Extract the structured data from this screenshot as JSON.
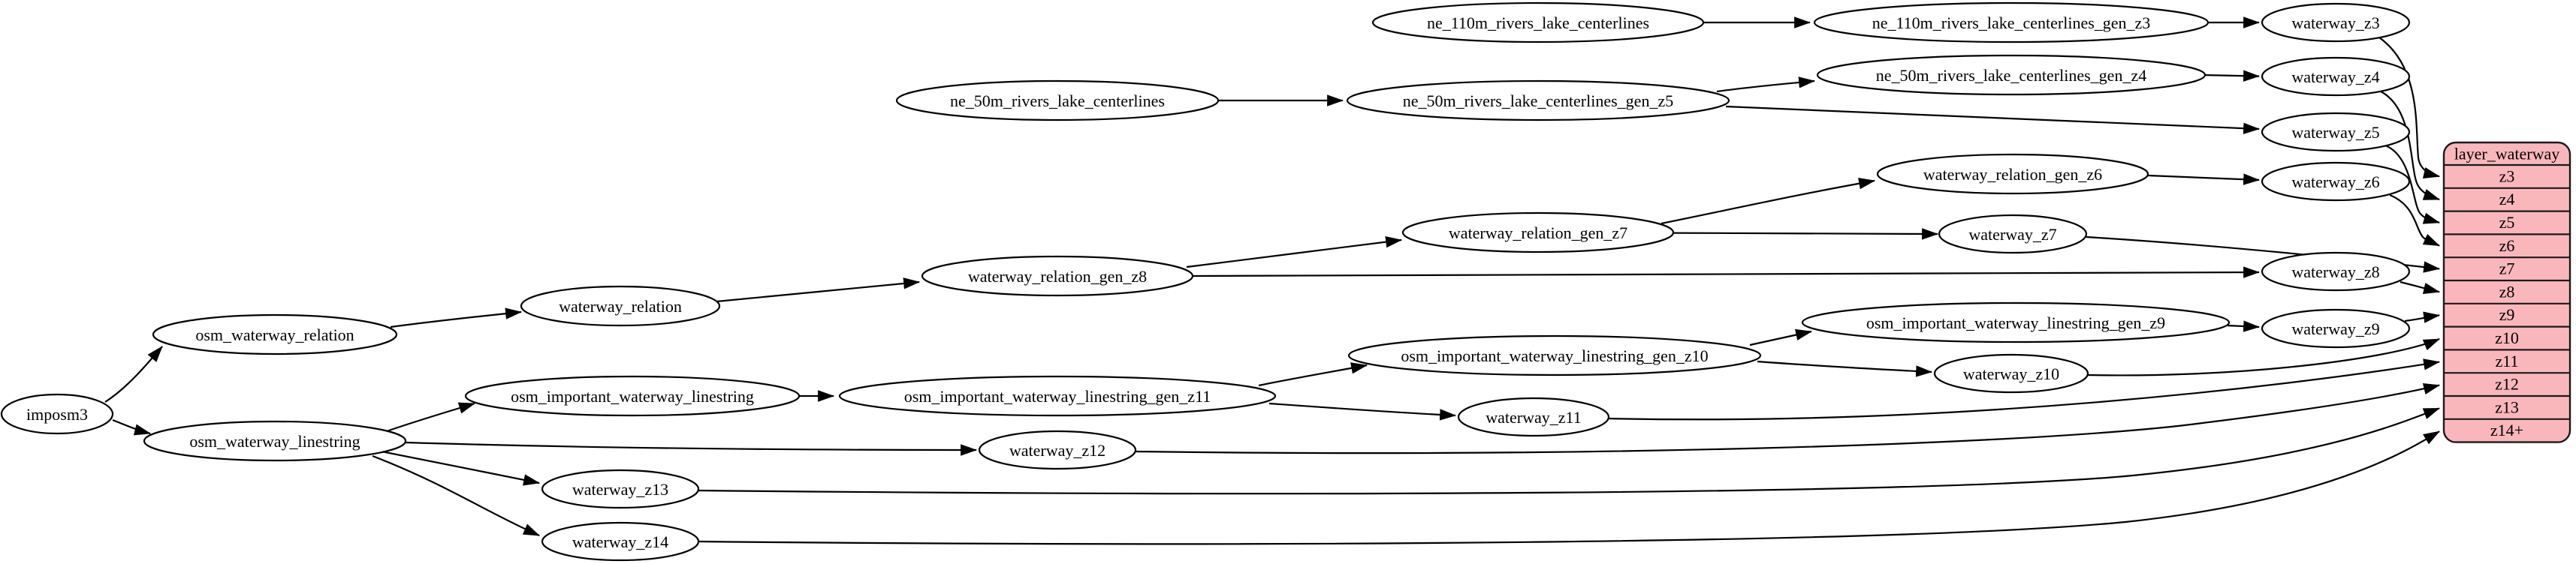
{
  "diagram": {
    "kind": "dependency-graph",
    "description": "ETL dependency graph for the waterway layer"
  },
  "colors": {
    "background": "#ffffff",
    "node_fill": "#ffffff",
    "node_stroke": "#000000",
    "edge_stroke": "#000000",
    "table_fill": "#f9b7bc",
    "table_stroke": "#1a1a1a",
    "text_color": "#000000"
  },
  "nodes": {
    "imposm3": {
      "label": "imposm3"
    },
    "osm_waterway_relation": {
      "label": "osm_waterway_relation"
    },
    "waterway_relation": {
      "label": "waterway_relation"
    },
    "waterway_relation_gen_z8": {
      "label": "waterway_relation_gen_z8"
    },
    "waterway_relation_gen_z7": {
      "label": "waterway_relation_gen_z7"
    },
    "waterway_relation_gen_z6": {
      "label": "waterway_relation_gen_z6"
    },
    "ne_110m_rivers_lake_centerlines": {
      "label": "ne_110m_rivers_lake_centerlines"
    },
    "ne_110m_rivers_lake_centerlines_gen_z3": {
      "label": "ne_110m_rivers_lake_centerlines_gen_z3"
    },
    "ne_50m_rivers_lake_centerlines": {
      "label": "ne_50m_rivers_lake_centerlines"
    },
    "ne_50m_rivers_lake_centerlines_gen_z5": {
      "label": "ne_50m_rivers_lake_centerlines_gen_z5"
    },
    "ne_50m_rivers_lake_centerlines_gen_z4": {
      "label": "ne_50m_rivers_lake_centerlines_gen_z4"
    },
    "osm_waterway_linestring": {
      "label": "osm_waterway_linestring"
    },
    "osm_important_waterway_linestring": {
      "label": "osm_important_waterway_linestring"
    },
    "osm_important_waterway_linestring_gen_z11": {
      "label": "osm_important_waterway_linestring_gen_z11"
    },
    "osm_important_waterway_linestring_gen_z10": {
      "label": "osm_important_waterway_linestring_gen_z10"
    },
    "osm_important_waterway_linestring_gen_z9": {
      "label": "osm_important_waterway_linestring_gen_z9"
    },
    "waterway_z3": {
      "label": "waterway_z3"
    },
    "waterway_z4": {
      "label": "waterway_z4"
    },
    "waterway_z5": {
      "label": "waterway_z5"
    },
    "waterway_z6": {
      "label": "waterway_z6"
    },
    "waterway_z7": {
      "label": "waterway_z7"
    },
    "waterway_z8": {
      "label": "waterway_z8"
    },
    "waterway_z9": {
      "label": "waterway_z9"
    },
    "waterway_z10": {
      "label": "waterway_z10"
    },
    "waterway_z11": {
      "label": "waterway_z11"
    },
    "waterway_z12": {
      "label": "waterway_z12"
    },
    "waterway_z13": {
      "label": "waterway_z13"
    },
    "waterway_z14": {
      "label": "waterway_z14"
    }
  },
  "table": {
    "title": "layer_waterway",
    "rows": [
      "z3",
      "z4",
      "z5",
      "z6",
      "z7",
      "z8",
      "z9",
      "z10",
      "z11",
      "z12",
      "z13",
      "z14+"
    ]
  },
  "edges": [
    {
      "from": "imposm3",
      "to": "osm_waterway_relation"
    },
    {
      "from": "imposm3",
      "to": "osm_waterway_linestring"
    },
    {
      "from": "osm_waterway_relation",
      "to": "waterway_relation"
    },
    {
      "from": "waterway_relation",
      "to": "waterway_relation_gen_z8"
    },
    {
      "from": "waterway_relation_gen_z8",
      "to": "waterway_relation_gen_z7"
    },
    {
      "from": "waterway_relation_gen_z8",
      "to": "waterway_z8"
    },
    {
      "from": "waterway_relation_gen_z7",
      "to": "waterway_relation_gen_z6"
    },
    {
      "from": "waterway_relation_gen_z7",
      "to": "waterway_z7"
    },
    {
      "from": "waterway_relation_gen_z6",
      "to": "waterway_z6"
    },
    {
      "from": "ne_110m_rivers_lake_centerlines",
      "to": "ne_110m_rivers_lake_centerlines_gen_z3"
    },
    {
      "from": "ne_110m_rivers_lake_centerlines_gen_z3",
      "to": "waterway_z3"
    },
    {
      "from": "ne_50m_rivers_lake_centerlines",
      "to": "ne_50m_rivers_lake_centerlines_gen_z5"
    },
    {
      "from": "ne_50m_rivers_lake_centerlines_gen_z5",
      "to": "ne_50m_rivers_lake_centerlines_gen_z4"
    },
    {
      "from": "ne_50m_rivers_lake_centerlines_gen_z5",
      "to": "waterway_z5"
    },
    {
      "from": "ne_50m_rivers_lake_centerlines_gen_z4",
      "to": "waterway_z4"
    },
    {
      "from": "osm_waterway_linestring",
      "to": "osm_important_waterway_linestring"
    },
    {
      "from": "osm_waterway_linestring",
      "to": "waterway_z12"
    },
    {
      "from": "osm_waterway_linestring",
      "to": "waterway_z13"
    },
    {
      "from": "osm_waterway_linestring",
      "to": "waterway_z14"
    },
    {
      "from": "osm_important_waterway_linestring",
      "to": "osm_important_waterway_linestring_gen_z11"
    },
    {
      "from": "osm_important_waterway_linestring_gen_z11",
      "to": "osm_important_waterway_linestring_gen_z10"
    },
    {
      "from": "osm_important_waterway_linestring_gen_z11",
      "to": "waterway_z11"
    },
    {
      "from": "osm_important_waterway_linestring_gen_z10",
      "to": "osm_important_waterway_linestring_gen_z9"
    },
    {
      "from": "osm_important_waterway_linestring_gen_z10",
      "to": "waterway_z10"
    },
    {
      "from": "osm_important_waterway_linestring_gen_z9",
      "to": "waterway_z9"
    },
    {
      "from": "waterway_z3",
      "to": "layer_waterway:z3"
    },
    {
      "from": "waterway_z4",
      "to": "layer_waterway:z4"
    },
    {
      "from": "waterway_z5",
      "to": "layer_waterway:z5"
    },
    {
      "from": "waterway_z6",
      "to": "layer_waterway:z6"
    },
    {
      "from": "waterway_z7",
      "to": "layer_waterway:z7"
    },
    {
      "from": "waterway_z8",
      "to": "layer_waterway:z8"
    },
    {
      "from": "waterway_z9",
      "to": "layer_waterway:z9"
    },
    {
      "from": "waterway_z10",
      "to": "layer_waterway:z10"
    },
    {
      "from": "waterway_z11",
      "to": "layer_waterway:z11"
    },
    {
      "from": "waterway_z12",
      "to": "layer_waterway:z12"
    },
    {
      "from": "waterway_z13",
      "to": "layer_waterway:z13"
    },
    {
      "from": "waterway_z14",
      "to": "layer_waterway:z14+"
    }
  ]
}
